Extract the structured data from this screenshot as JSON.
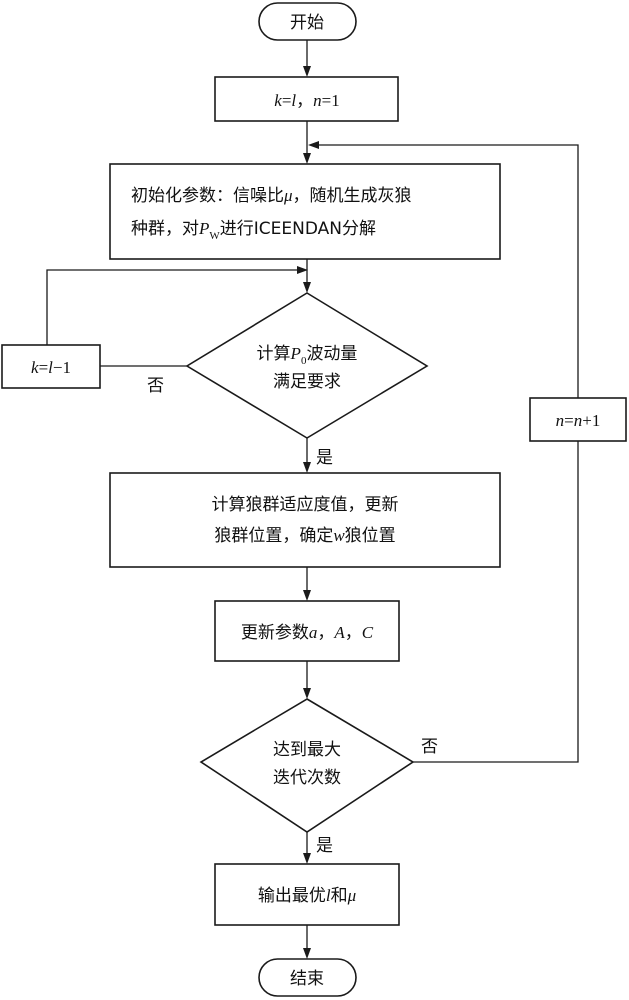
{
  "nodes": {
    "start": "开始",
    "init_kn": {
      "k": "k",
      "eq1": "=",
      "l": "l",
      "sep": "，",
      "n": "n",
      "eq2": "=",
      "one": "1"
    },
    "init_params": {
      "line1_prefix": "初始化参数：信噪比",
      "mu": "μ",
      "line1_suffix": "，随机生成灰狼",
      "line2_prefix": "种群，对",
      "P": "P",
      "sub_w": "W",
      "line2_suffix": "进行ICEENDAN分解"
    },
    "decision1": {
      "line1_prefix": "计算",
      "P": "P",
      "sub_0": "0",
      "line1_suffix": "波动量",
      "line2": "满足要求"
    },
    "k_update": {
      "k": "k",
      "eq": "=",
      "l": "l",
      "rest": "−1"
    },
    "fitness": {
      "line1": "计算狼群适应度值，更新",
      "line2_prefix": "狼群位置，确定",
      "w": "w",
      "line2_suffix": "狼位置"
    },
    "update_params": {
      "prefix": "更新参数",
      "a": "a",
      "comma1": "，",
      "A": "A",
      "comma2": "，",
      "C": "C"
    },
    "decision2": {
      "line1": "达到最大",
      "line2": "迭代次数"
    },
    "n_update": {
      "n1": "n",
      "eq": "=",
      "n2": "n",
      "rest": "+1"
    },
    "output": {
      "prefix": "输出最优",
      "l": "l",
      "mid": "和",
      "mu": "μ"
    },
    "end": "结束"
  },
  "edge_labels": {
    "d1_no": "否",
    "d1_yes": "是",
    "d2_no": "否",
    "d2_yes": "是"
  }
}
